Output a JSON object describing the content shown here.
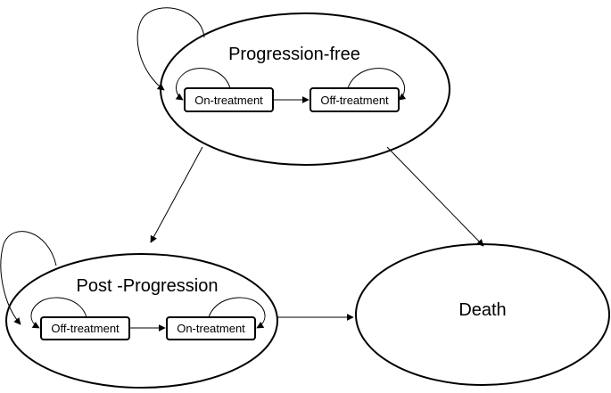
{
  "states": {
    "progression_free": {
      "title": "Progression-free",
      "on_treatment": "On-treatment",
      "off_treatment": "Off-treatment"
    },
    "post_progression": {
      "title": "Post -Progression",
      "off_treatment": "Off-treatment",
      "on_treatment": "On-treatment"
    },
    "death": {
      "title": "Death"
    }
  },
  "colors": {
    "stroke": "#000000",
    "fill": "#ffffff"
  }
}
